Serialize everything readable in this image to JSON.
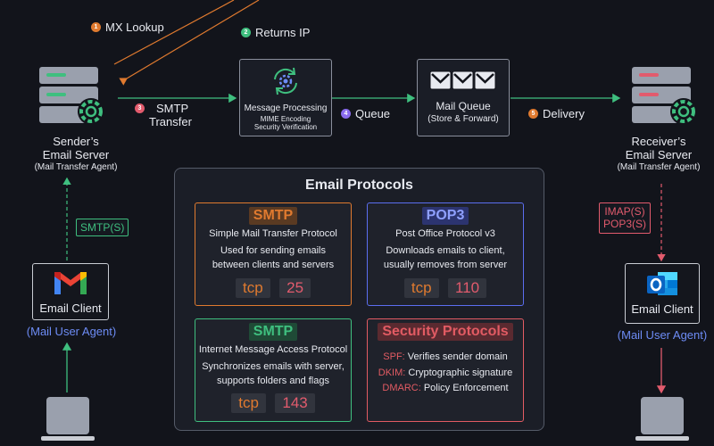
{
  "steps": {
    "mx_lookup": {
      "num": "1",
      "label": "MX Lookup",
      "color": "#e07a2f"
    },
    "returns_ip": {
      "num": "2",
      "label": "Returns IP",
      "color": "#3fbf7f"
    },
    "smtp_transfer": {
      "num": "3",
      "line1": "SMTP",
      "line2": "Transfer",
      "color": "#e25b6d"
    },
    "queue": {
      "num": "4",
      "label": "Queue",
      "color": "#8a6cf0"
    },
    "delivery": {
      "num": "5",
      "label": "Delivery",
      "color": "#e07a2f"
    }
  },
  "processing": {
    "title": "Message Processing",
    "line1": "MIME Encoding",
    "line2": "Security Verification"
  },
  "mail_queue": {
    "title": "Mail Queue",
    "subtitle": "(Store & Forward)"
  },
  "sender": {
    "title1": "Sender’s",
    "title2": "Email Server",
    "subtitle": "(Mail Transfer Agent)"
  },
  "receiver": {
    "title1": "Receiver’s",
    "title2": "Email Server",
    "subtitle": "(Mail Transfer Agent)"
  },
  "sender_client": {
    "label": "Email Client",
    "agent": "(Mail User Agent)",
    "protocol": "SMTP(S)"
  },
  "receiver_client": {
    "label": "Email Client",
    "agent": "(Mail User Agent)",
    "protocol_line1": "IMAP(S)",
    "protocol_line2": "POP3(S)"
  },
  "protocols": {
    "title": "Email Protocols",
    "smtp": {
      "name": "SMTP",
      "line1": "Simple Mail Transfer Protocol",
      "line2": "Used for sending emails",
      "line3": "between clients and servers",
      "transport": "tcp",
      "port": "25"
    },
    "pop3": {
      "name": "POP3",
      "line1": "Post Office Protocol v3",
      "line2": "Downloads emails to client,",
      "line3": "usually removes from server",
      "transport": "tcp",
      "port": "110"
    },
    "imap": {
      "name": "SMTP",
      "line1": "Internet Message Access Protocol",
      "line2": "Synchronizes emails with server,",
      "line3": "supports folders and flags",
      "transport": "tcp",
      "port": "143"
    },
    "security": {
      "name": "Security Protocols",
      "items": [
        {
          "key": "SPF:",
          "text": "Verifies sender domain"
        },
        {
          "key": "DKIM:",
          "text": "Cryptographic signature"
        },
        {
          "key": "DMARC:",
          "text": "Policy Enforcement"
        }
      ]
    }
  },
  "colors": {
    "smtp": "#e07a2f",
    "pop3": "#5b6ef0",
    "imap": "#3fbf7f",
    "security": "#e25b63",
    "port": "#e25b6d",
    "flow": "#3fbf7f"
  },
  "icons": [
    "server-icon",
    "gear-icon",
    "sync-icon",
    "envelope-icon",
    "gmail-icon",
    "outlook-icon",
    "laptop-icon"
  ]
}
